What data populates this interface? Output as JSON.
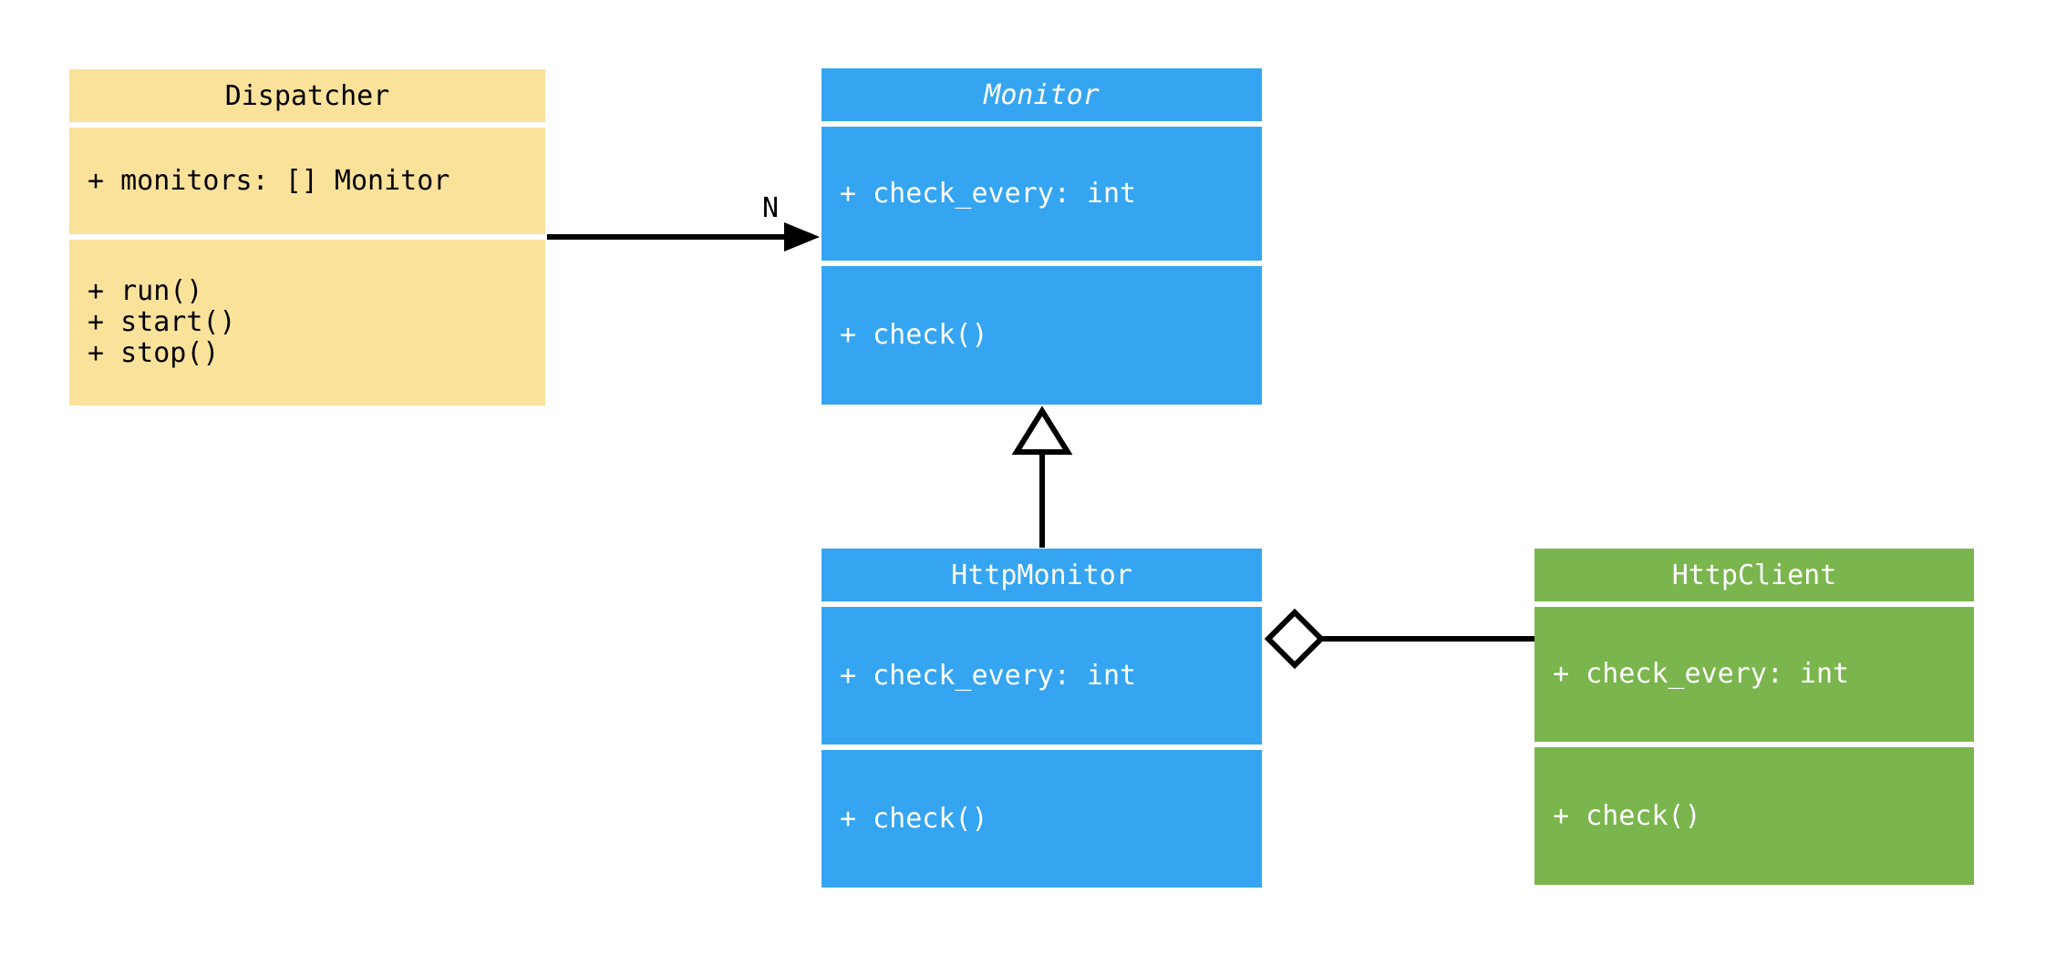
{
  "diagram": {
    "classes": {
      "dispatcher": {
        "title": "Dispatcher",
        "abstract": false,
        "attributes": [
          "+ monitors: [] Monitor"
        ],
        "methods": [
          "+ run()",
          "+ start()",
          "+ stop()"
        ]
      },
      "monitor": {
        "title": "Monitor",
        "abstract": true,
        "attributes": [
          "+ check_every: int"
        ],
        "methods": [
          "+ check()"
        ]
      },
      "http_monitor": {
        "title": "HttpMonitor",
        "abstract": false,
        "attributes": [
          "+ check_every: int"
        ],
        "methods": [
          "+ check()"
        ]
      },
      "http_client": {
        "title": "HttpClient",
        "abstract": false,
        "attributes": [
          "+ check_every: int"
        ],
        "methods": [
          "+ check()"
        ]
      }
    },
    "relations": {
      "association": {
        "type": "association",
        "from": "Dispatcher",
        "to": "Monitor",
        "label": "N",
        "arrowhead": "filled-arrow-icon"
      },
      "inheritance": {
        "type": "inheritance",
        "from": "HttpMonitor",
        "to": "Monitor",
        "arrowhead": "hollow-triangle-icon"
      },
      "aggregation": {
        "type": "aggregation",
        "from": "HttpMonitor",
        "to": "HttpClient",
        "arrowhead": "hollow-diamond-icon"
      }
    },
    "colors": {
      "dispatcher_fill": "#FAE29B",
      "monitor_fill": "#35A5F1",
      "http_client_fill": "#7BB54D",
      "text_on_dark": "#FFFFFF",
      "text_on_light": "#000000",
      "connector": "#000000",
      "background": "#FFFFFF"
    }
  }
}
